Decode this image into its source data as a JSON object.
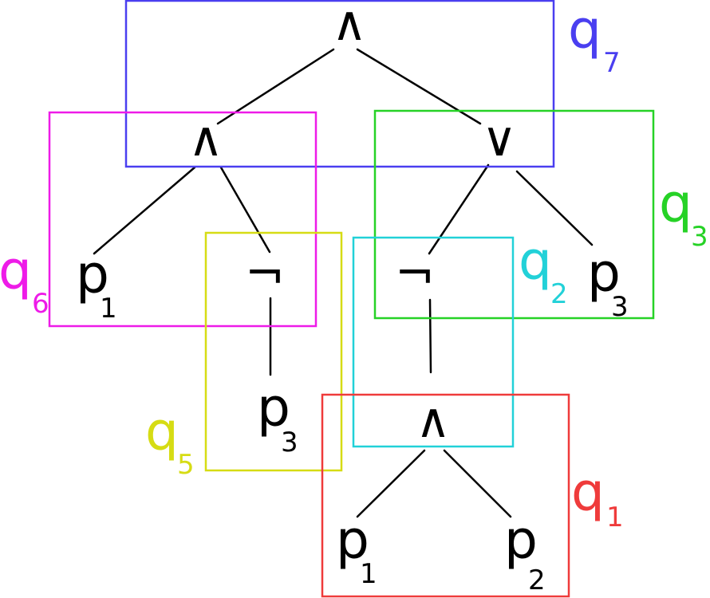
{
  "nodes": {
    "root_and": "∧",
    "left_and": "∧",
    "right_or": "∨",
    "left_p1": {
      "base": "p",
      "sub": "1"
    },
    "left_not": "¬",
    "left_p3": {
      "base": "p",
      "sub": "3"
    },
    "right_not": "¬",
    "right_p3": {
      "base": "p",
      "sub": "3"
    },
    "bottom_and": "∧",
    "bottom_p1": {
      "base": "p",
      "sub": "1"
    },
    "bottom_p2": {
      "base": "p",
      "sub": "2"
    }
  },
  "boxes": {
    "q7": {
      "base": "q",
      "sub": "7",
      "color": "#4a3ff0"
    },
    "q6": {
      "base": "q",
      "sub": "6",
      "color": "#ee1be8"
    },
    "q3": {
      "base": "q",
      "sub": "3",
      "color": "#26d226"
    },
    "q2": {
      "base": "q",
      "sub": "2",
      "color": "#22d1d8"
    },
    "q5": {
      "base": "q",
      "sub": "5",
      "color": "#d6dc14"
    },
    "q1": {
      "base": "q",
      "sub": "1",
      "color": "#ef3b3b"
    }
  }
}
